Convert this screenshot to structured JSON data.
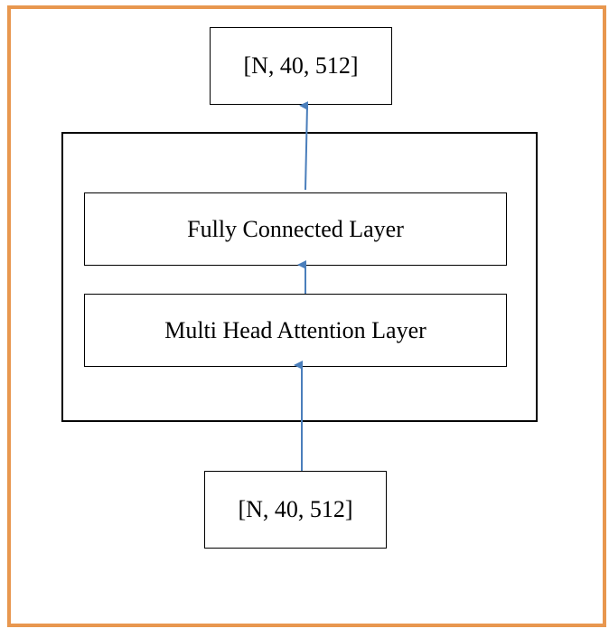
{
  "diagram": {
    "output_shape": "[N, 40, 512]",
    "input_shape": "[N, 40, 512]",
    "layers": {
      "fully_connected": "Fully Connected Layer",
      "multi_head_attention": "Multi Head Attention Layer"
    },
    "colors": {
      "frame": "#E8974F",
      "arrow": "#4A7EBB",
      "box_border": "#000000"
    }
  }
}
